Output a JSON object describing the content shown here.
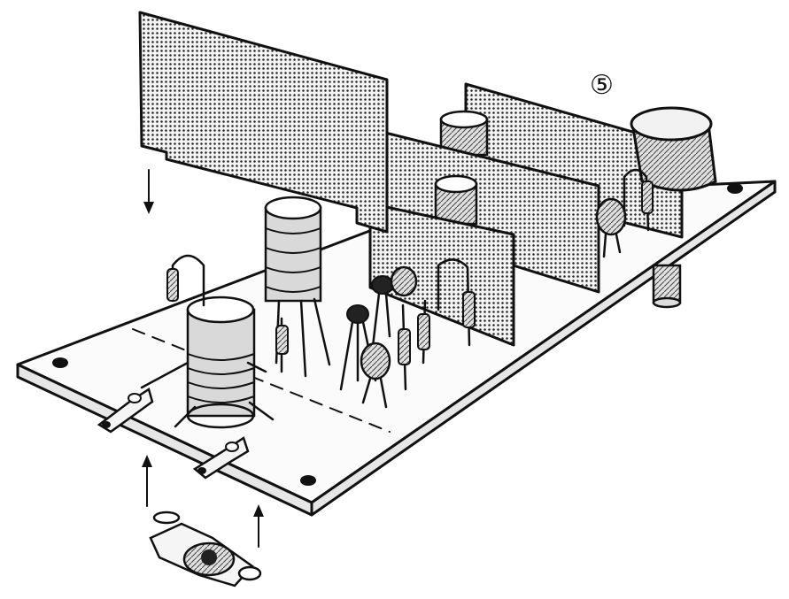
{
  "figure": {
    "step_number": "⑤"
  },
  "colors": {
    "ink": "#111111",
    "paper": "#ffffff",
    "shield_tint": "#bdbdbd"
  },
  "icons": {
    "arrow": "up-down-arrow",
    "coil_form": "coil-former",
    "transistor": "transistor",
    "resistor": "resistor",
    "capacitor": "disc-capacitor",
    "solder_lug": "solder-lug",
    "socket": "tube-socket"
  }
}
